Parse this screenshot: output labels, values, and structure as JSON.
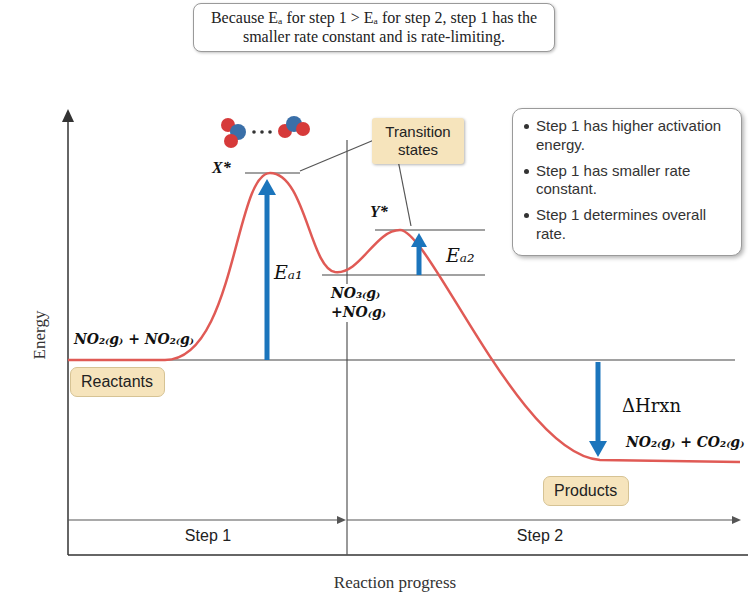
{
  "diagram": {
    "nodes": [
      {
        "text": [
          "Because Eₐ for step 1 > Eₐ for step 2, step 1 has the smaller rate constant and is rate-limiting."
        ]
      },
      {
        "text": [
          "Transition states"
        ]
      },
      {
        "text": [
          "Step 1 has higher activation energy.",
          "Step 1 has smaller rate constant.",
          "Step 1 determines overall rate."
        ]
      },
      {
        "text": [
          "Reactants"
        ]
      },
      {
        "text": [
          "Products"
        ]
      }
    ],
    "labels": [
      "X*",
      "Y*",
      "NO₂₍g₎ + NO₂₍g₎",
      "Eₐ₁",
      "NO₃₍g₎ +NO₍g₎",
      "Eₐ₂",
      "ΔHrxn",
      "NO₂₍g₎ + CO₂₍g₎",
      "Energy",
      "Step 1",
      "Step 2",
      "Reaction progress"
    ]
  }
}
